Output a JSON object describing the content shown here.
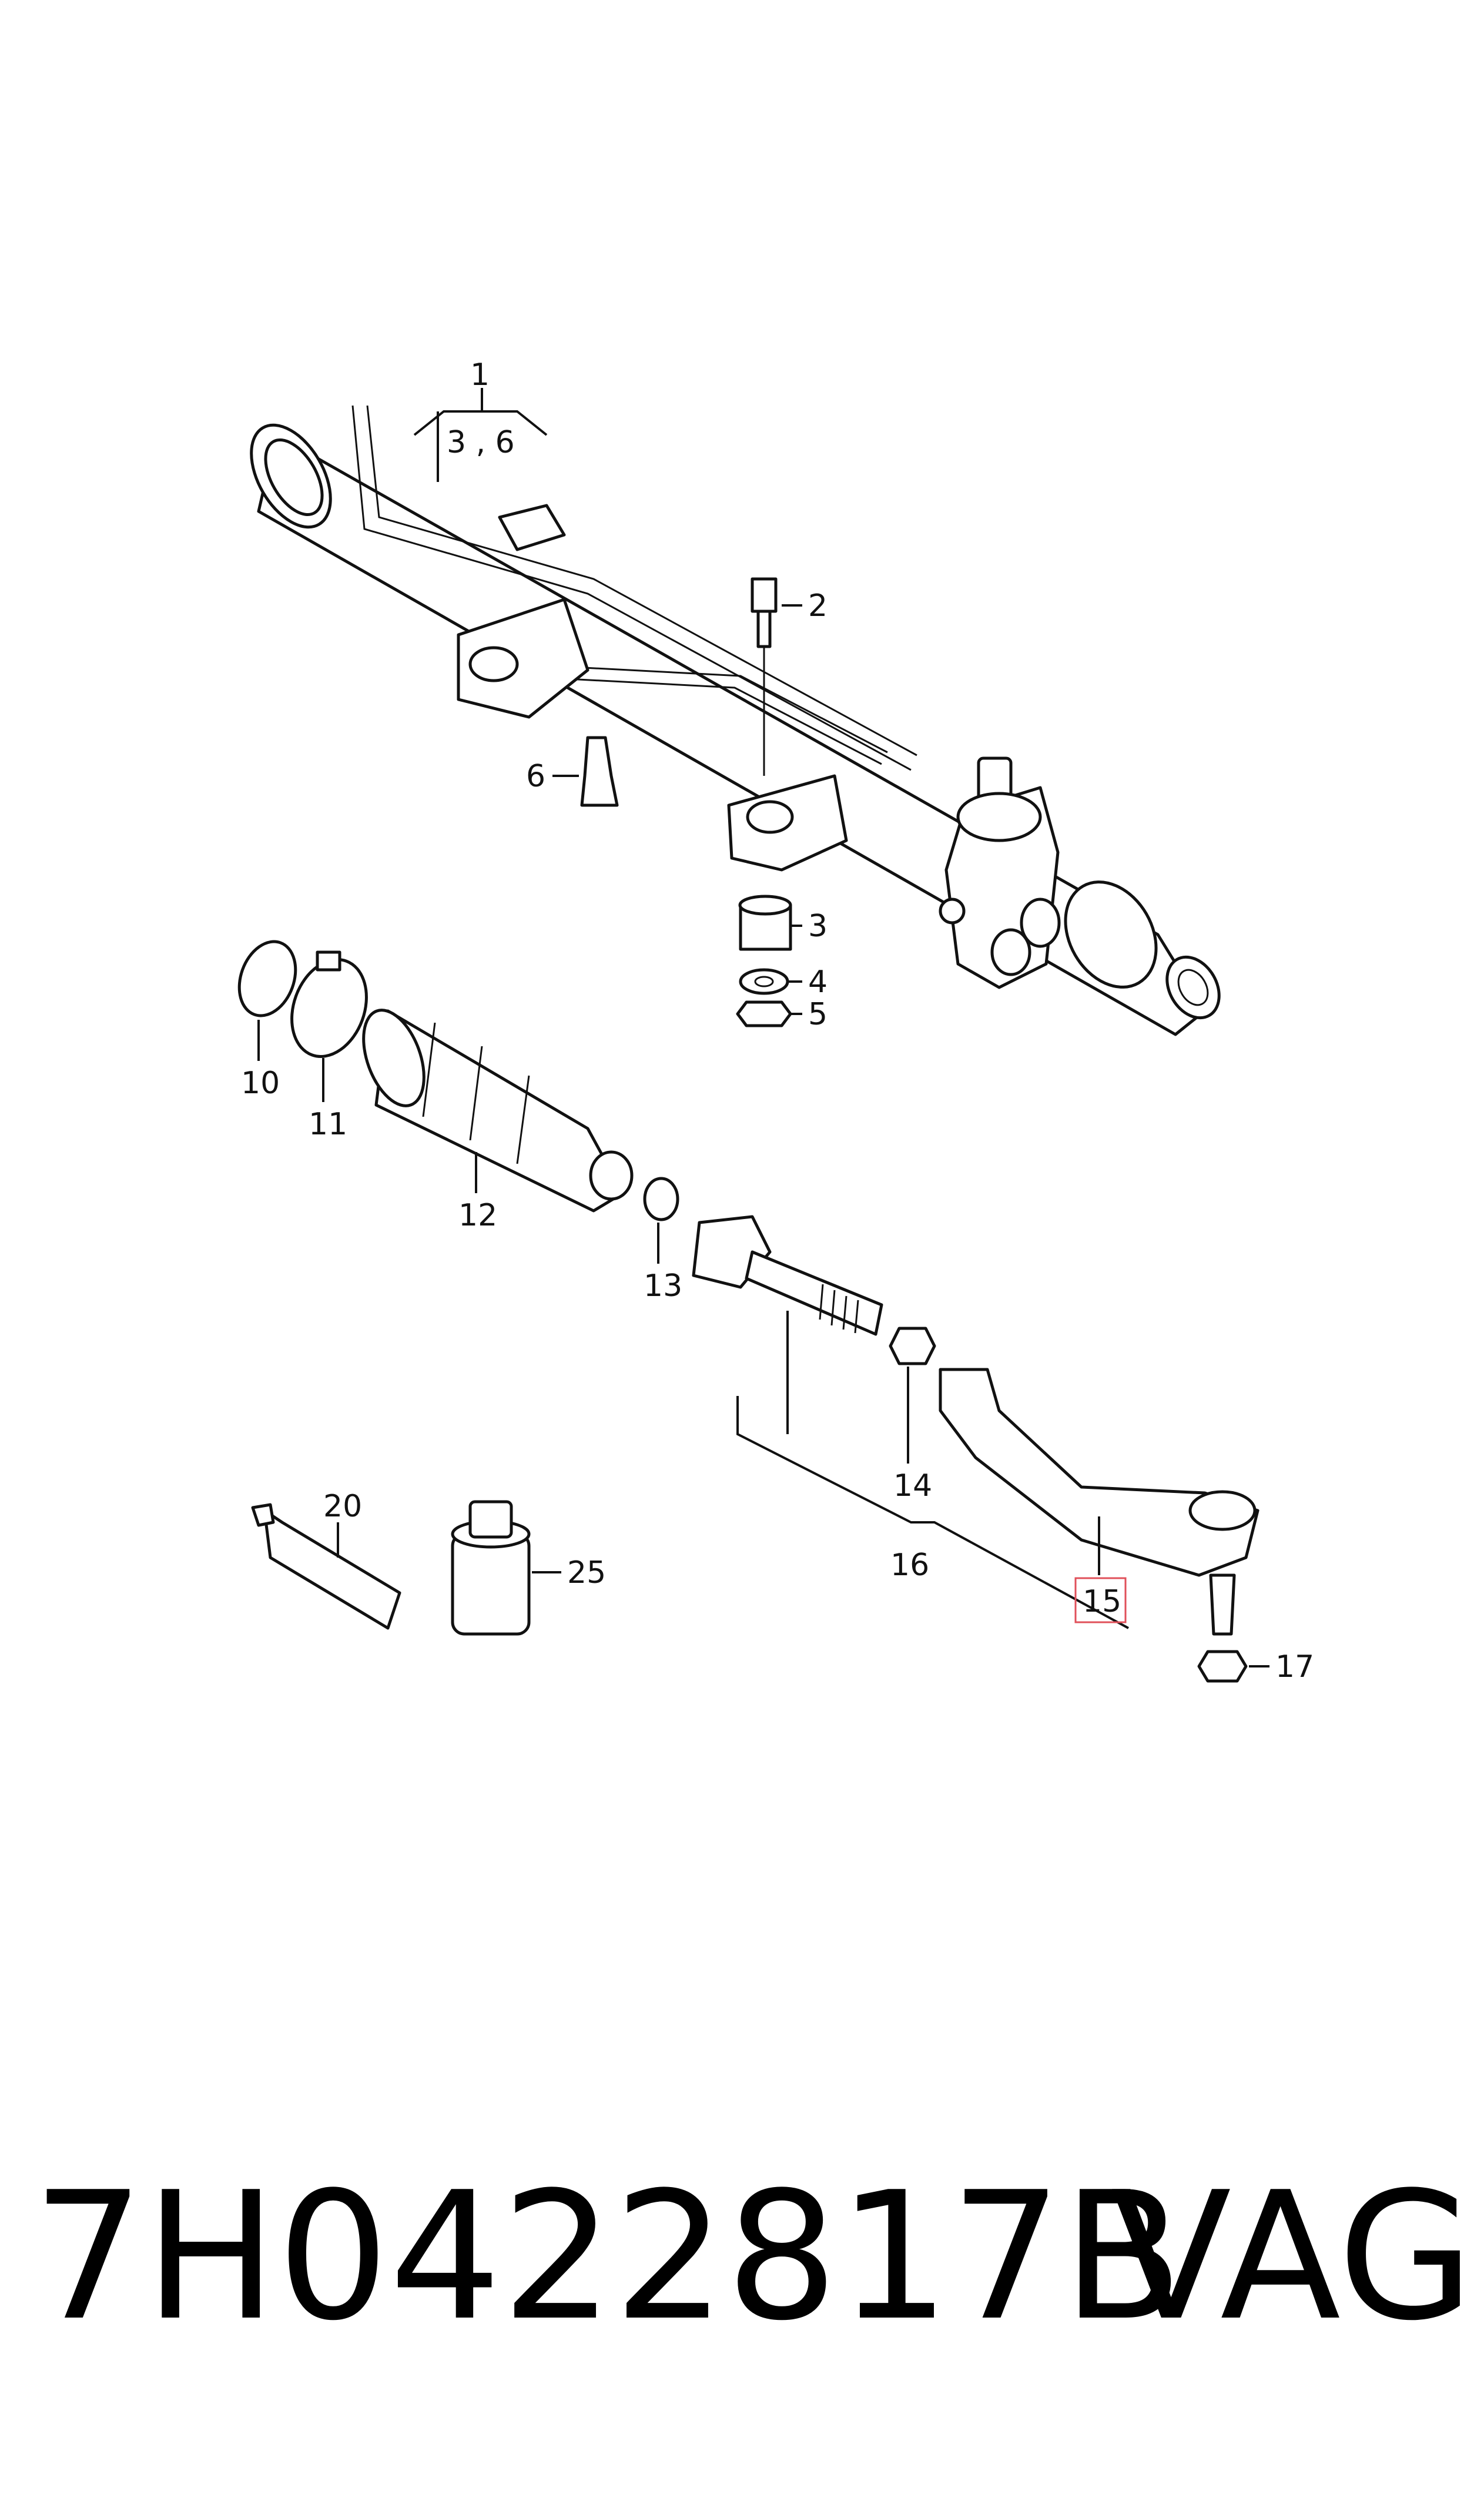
{
  "callouts": {
    "c1": "1",
    "c1_sub": "3 , 6",
    "c2": "2",
    "c3": "3",
    "c4": "4",
    "c5": "5",
    "c6": "6",
    "c10": "10",
    "c11": "11",
    "c12": "12",
    "c13": "13",
    "c14": "14",
    "c15": "15",
    "c16": "16",
    "c17": "17",
    "c20": "20",
    "c25": "25"
  },
  "highlight_color": "#e0505a",
  "caption": {
    "part_number": "7H0422817B",
    "brand": "VAG"
  }
}
